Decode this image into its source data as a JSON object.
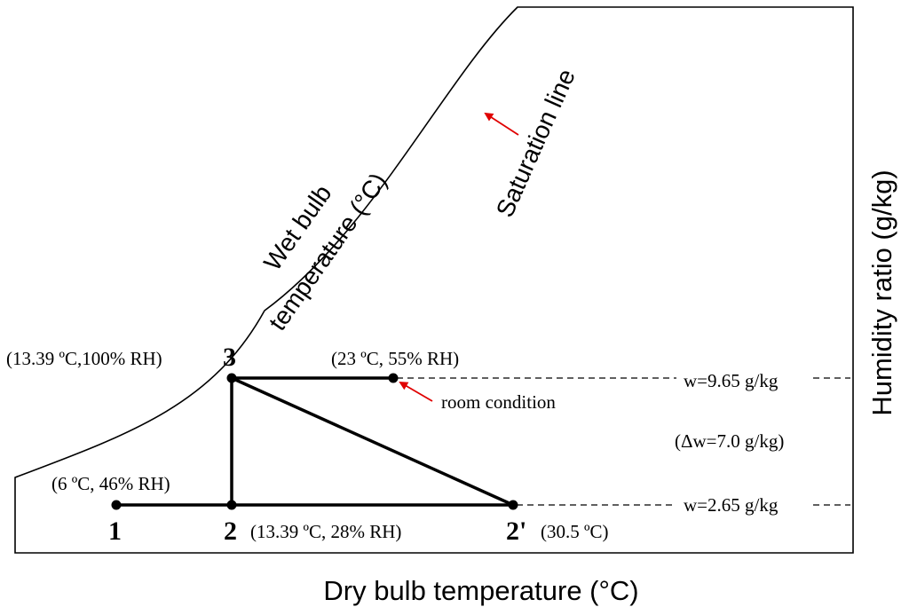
{
  "axes": {
    "x_label": "Dry bulb temperature (°C)",
    "y_label": "Humidity ratio (g/kg)"
  },
  "curve": {
    "saturation_label": "Saturation line",
    "wet_bulb_line1": "Wet bulb",
    "wet_bulb_line2": "temperature (°C)"
  },
  "points": {
    "p1": {
      "id": "1",
      "label": "(6 ºC, 46% RH)"
    },
    "p2": {
      "id": "2",
      "label": "(13.39 ºC, 28% RH)"
    },
    "p2prime": {
      "id": "2'",
      "label": "(30.5 ºC)"
    },
    "p3": {
      "id": "3",
      "label": "(13.39 ºC,100% RH)"
    },
    "room": {
      "label": "(23 ºC, 55% RH)",
      "note": "room condition"
    }
  },
  "humidity_levels": {
    "upper": "w=9.65 g/kg",
    "lower": "w=2.65 g/kg",
    "delta": "(Δw=7.0 g/kg)"
  },
  "colors": {
    "arrow": "#e00000",
    "line": "#000000"
  }
}
